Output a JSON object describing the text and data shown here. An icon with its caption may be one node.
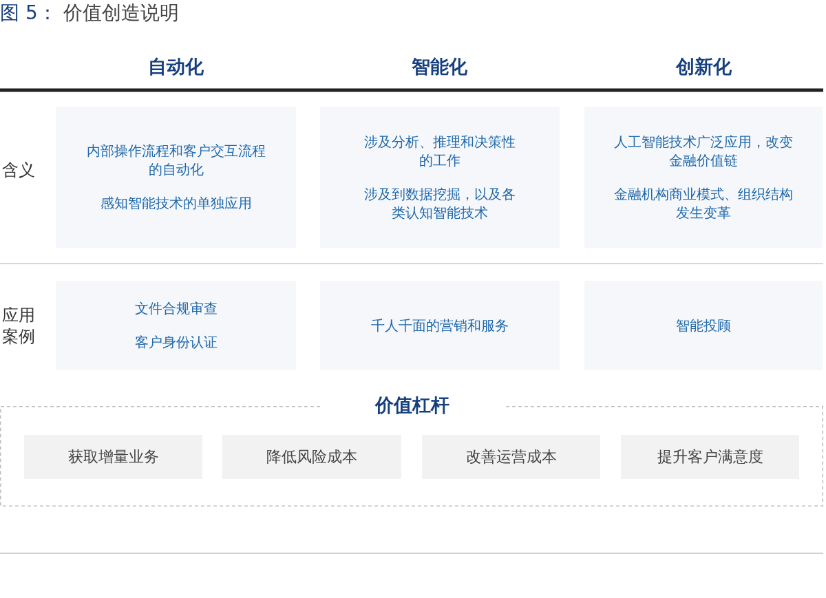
{
  "diagram": {
    "title": "图 5： 价值创造说明",
    "nodes": [
      {
        "text": [
          "内部操作流程和客户交互流程的自动化",
          "感知智能技术的单独应用"
        ]
      },
      {
        "text": [
          "涉及分析、推理和决策性的工作",
          "涉及到数据挖掘，以及各类认知智能技术"
        ]
      },
      {
        "text": [
          "人工智能技术广泛应用，改变金融价值链",
          "金融机构商业模式、组织结构发生变革"
        ]
      },
      {
        "text": [
          "文件合规审查",
          "客户身份认证"
        ]
      },
      {
        "text": [
          "千人千面的营销和服务"
        ]
      },
      {
        "text": [
          "智能投顾"
        ]
      },
      {
        "text": [
          "价值杠杆"
        ]
      },
      {
        "text": [
          "获取增量业务"
        ],
        "in": 6
      },
      {
        "text": [
          "降低风险成本"
        ],
        "in": 6
      },
      {
        "text": [
          "改善运营成本"
        ],
        "in": 6
      },
      {
        "text": [
          "提升客户满意度"
        ],
        "in": 6
      }
    ],
    "labels": [
      "自动化",
      "智能化",
      "创新化",
      "含义",
      "应用案例"
    ]
  }
}
